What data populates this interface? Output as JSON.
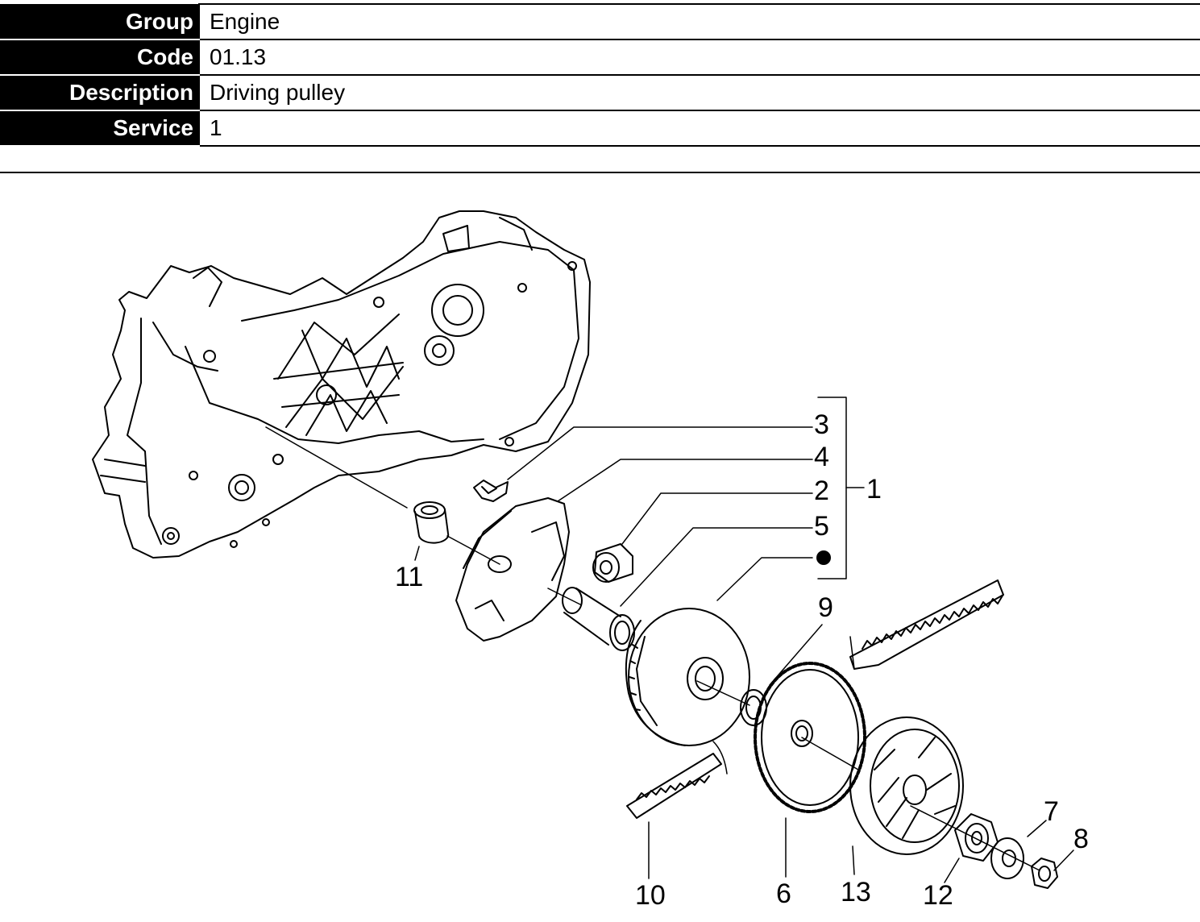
{
  "header": {
    "rows": [
      {
        "label": "Group",
        "value": "Engine"
      },
      {
        "label": "Code",
        "value": "01.13"
      },
      {
        "label": "Description",
        "value": "Driving pulley"
      },
      {
        "label": "Service",
        "value": "1"
      }
    ]
  },
  "diagram": {
    "callouts": {
      "c1": "1",
      "c2": "2",
      "c3": "3",
      "c4": "4",
      "c5": "5",
      "c6": "6",
      "c7": "7",
      "c8": "8",
      "c9": "9",
      "c10": "10",
      "c11": "11",
      "c12": "12",
      "c13": "13"
    }
  }
}
